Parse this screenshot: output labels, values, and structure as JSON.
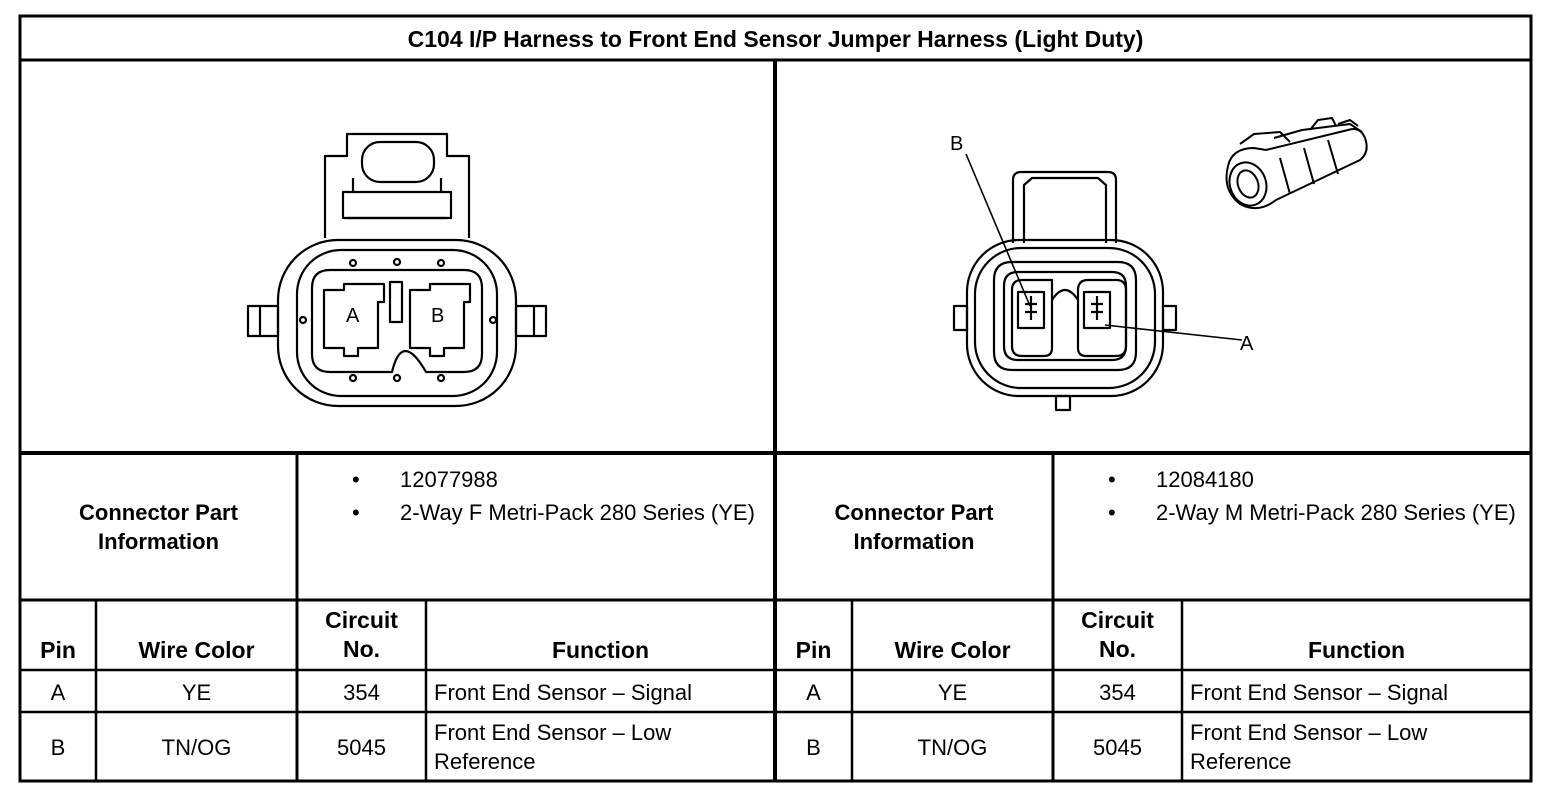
{
  "title": "C104 I/P Harness to Front End Sensor Jumper Harness (Light Duty)",
  "connectors": [
    {
      "pin_labels": [
        "A",
        "B"
      ],
      "info_label": "Connector Part Information",
      "part_number": "12077988",
      "description": "2-Way F Metri-Pack 280 Series (YE)"
    },
    {
      "pin_labels": [
        "B",
        "A"
      ],
      "info_label": "Connector Part Information",
      "part_number": "12084180",
      "description": "2-Way M Metri-Pack 280 Series (YE)"
    }
  ],
  "bullet": "•",
  "table": {
    "headers": [
      "Pin",
      "Wire Color",
      "Circuit No.",
      "Function"
    ],
    "rows": [
      [
        "A",
        "YE",
        "354",
        "Front End Sensor – Signal"
      ],
      [
        "B",
        "TN/OG",
        "5045",
        "Front End Sensor – Low Reference"
      ]
    ]
  }
}
